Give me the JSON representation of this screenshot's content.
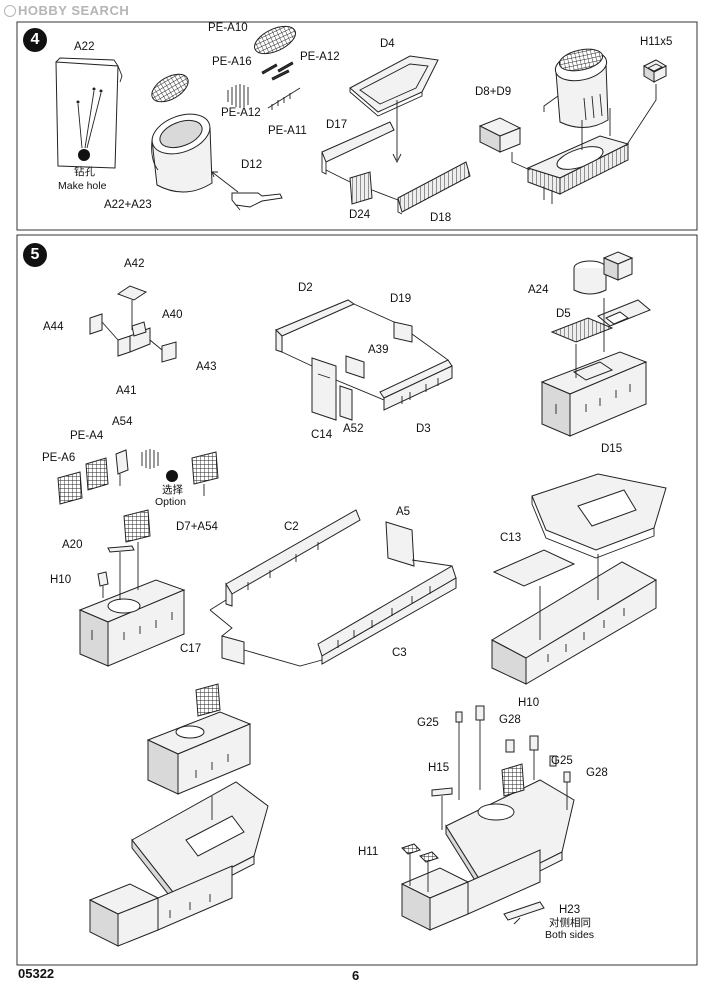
{
  "watermark": "HOBBY SEARCH",
  "steps": [
    {
      "number": "4"
    },
    {
      "number": "5"
    }
  ],
  "step4_labels": {
    "a22": "A22",
    "pe_a10": "PE-A10",
    "pe_a16": "PE-A16",
    "pe_a12_top": "PE-A12",
    "pe_a12_left": "PE-A12",
    "pe_a11": "PE-A11",
    "d4": "D4",
    "d17": "D17",
    "d24": "D24",
    "d18": "D18",
    "d8_d9": "D8+D9",
    "h11x5": "H11x5",
    "d12": "D12",
    "a22_a23": "A22+A23",
    "make_hole_cn": "钻孔",
    "make_hole_en": "Make hole"
  },
  "step5_labels": {
    "a42": "A42",
    "a40": "A40",
    "a44": "A44",
    "a43": "A43",
    "a41": "A41",
    "d2": "D2",
    "d19": "D19",
    "a39": "A39",
    "c14": "C14",
    "a52": "A52",
    "d3": "D3",
    "a24": "A24",
    "d5": "D5",
    "a54": "A54",
    "pe_a4": "PE-A4",
    "pe_a6": "PE-A6",
    "option_cn": "选择",
    "option_en": "Option",
    "d7_a54": "D7+A54",
    "a20": "A20",
    "h10_left": "H10",
    "c2": "C2",
    "a5": "A5",
    "c17": "C17",
    "c3": "C3",
    "d15": "D15",
    "c13": "C13",
    "h10_right": "H10",
    "g25_top": "G25",
    "g28_top": "G28",
    "g25_mid": "G25",
    "g28_mid": "G28",
    "h15": "H15",
    "h11": "H11",
    "h23": "H23",
    "both_sides_cn": "对侧相同",
    "both_sides_en": "Both sides"
  },
  "footer": {
    "code": "05322",
    "page": "6"
  }
}
